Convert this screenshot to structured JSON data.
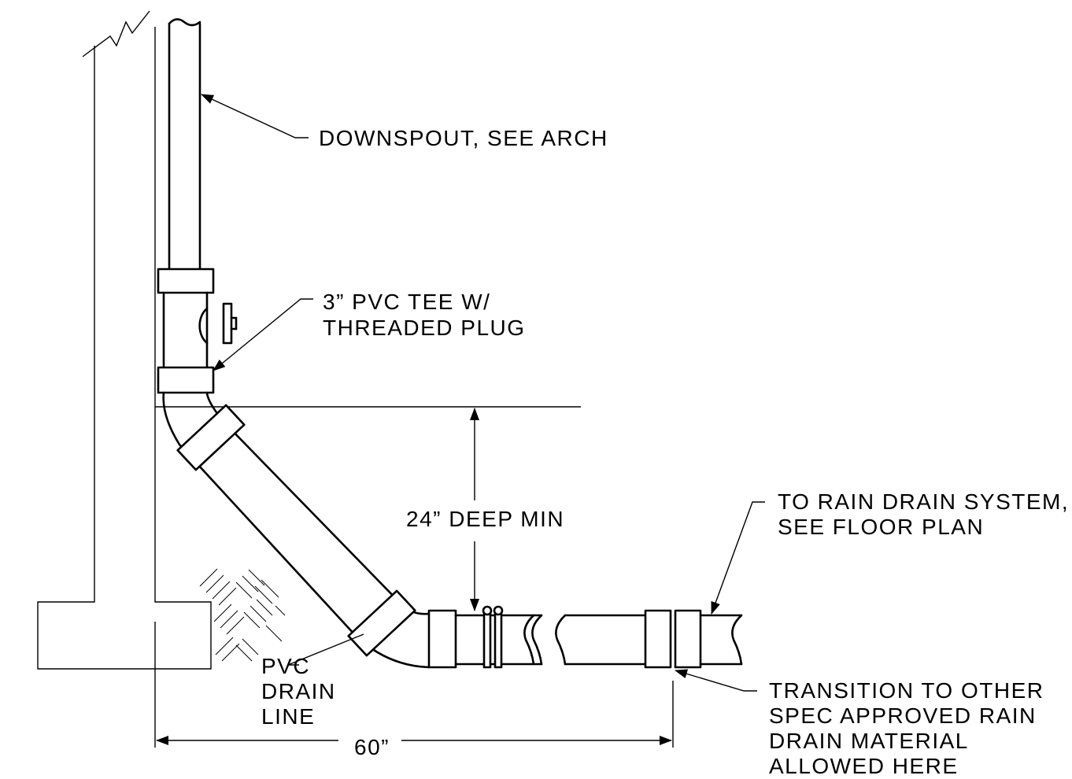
{
  "labels": {
    "downspout": "DOWNSPOUT, SEE ARCH",
    "tee_line1": "3” PVC TEE W/",
    "tee_line2": "THREADED PLUG",
    "depth": "24” DEEP MIN",
    "rain_drain_line1": "TO RAIN DRAIN SYSTEM,",
    "rain_drain_line2": "SEE FLOOR PLAN",
    "pvc_line1": "PVC",
    "pvc_line2": "DRAIN",
    "pvc_line3": "LINE",
    "transition_line1": "TRANSITION TO OTHER",
    "transition_line2": "SPEC APPROVED RAIN",
    "transition_line3": "DRAIN MATERIAL",
    "transition_line4": "ALLOWED HERE",
    "width": "60”"
  }
}
